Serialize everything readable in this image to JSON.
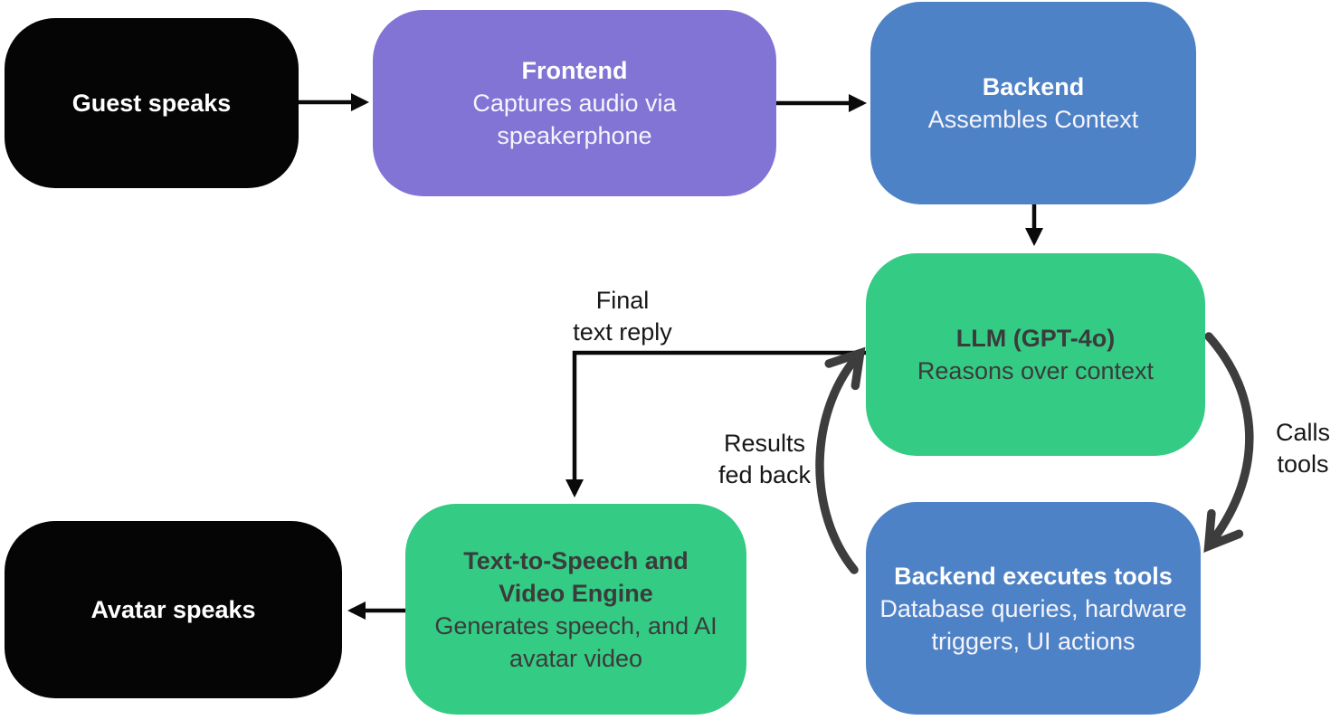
{
  "diagram": {
    "colors": {
      "node_black": "#050505",
      "node_purple": "#8174D5",
      "node_blue": "#4E82C6",
      "node_green": "#34CB85",
      "green_text": "#3B3B3B",
      "arrow_thin": "#0A0A0A",
      "arrow_thick": "#3D3D3D",
      "label_text": "#171717",
      "background": "#FFFFFF"
    },
    "nodes": {
      "guest": {
        "title": "Guest speaks"
      },
      "frontend": {
        "title": "Frontend",
        "subtitle": "Captures audio via speakerphone"
      },
      "backend": {
        "title": "Backend",
        "subtitle": "Assembles Context"
      },
      "llm": {
        "title": "LLM (GPT-4o)",
        "subtitle": "Reasons over context"
      },
      "backend_tools": {
        "title": "Backend executes tools",
        "subtitle": "Database queries, hardware triggers, UI actions"
      },
      "tts": {
        "title": "Text-to-Speech and Video Engine",
        "subtitle": "Generates speech, and AI avatar video"
      },
      "avatar": {
        "title": "Avatar speaks"
      }
    },
    "edge_labels": {
      "final_text_reply": {
        "line1": "Final",
        "line2": "text reply"
      },
      "results_fed_back": {
        "line1": "Results",
        "line2": "fed back"
      },
      "calls_tools": {
        "line1": "Calls",
        "line2": "tools"
      }
    }
  }
}
